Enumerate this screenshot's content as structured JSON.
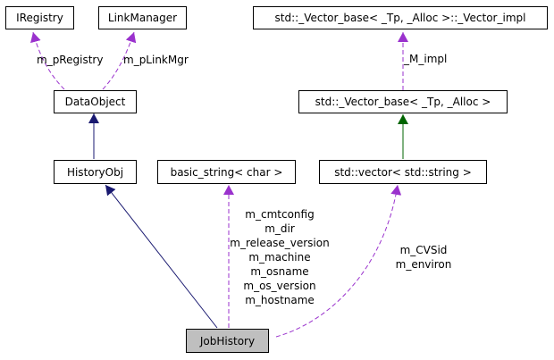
{
  "nodes": {
    "iregistry": "IRegistry",
    "linkmanager": "LinkManager",
    "vector_impl": "std::_Vector_base< _Tp, _Alloc >::_Vector_impl",
    "dataobject": "DataObject",
    "vector_base": "std::_Vector_base< _Tp, _Alloc >",
    "historyobj": "HistoryObj",
    "basic_string": "basic_string< char >",
    "vector_string": "std::vector< std::string >",
    "jobhistory": "JobHistory"
  },
  "edge_labels": {
    "m_pregistry": "m_pRegistry",
    "m_plinkmgr": "m_pLinkMgr",
    "m_impl": "_M_impl",
    "string_members": [
      "m_cmtconfig",
      "m_dir",
      "m_release_version",
      "m_machine",
      "m_osname",
      "m_os_version",
      "m_hostname"
    ],
    "vector_members": [
      "m_CVSid",
      "m_environ"
    ]
  },
  "colors": {
    "inheritance": "#191970",
    "std_inheritance": "#006400",
    "usage": "#9a32cd",
    "highlight_fill": "#bfbfbf"
  }
}
